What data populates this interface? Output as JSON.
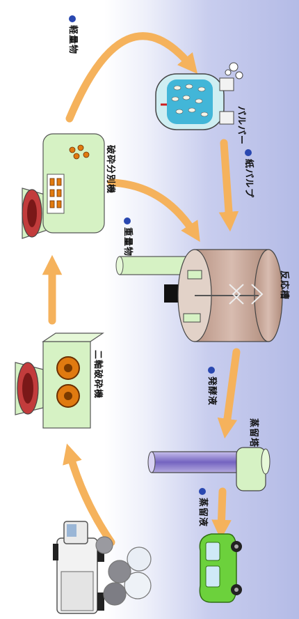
{
  "labels": {
    "light_matter": "軽量物",
    "pulper": "パルパー",
    "crusher_separator": "破砕分別機",
    "paper_pulp": "紙パルプ",
    "heavy_matter": "重量物",
    "reactor": "反応槽",
    "secondary_crusher": "二軸破砕機",
    "fermentation_liquid": "発酵液",
    "distillation_tower": "蒸留塔",
    "distillate": "蒸留液"
  },
  "colors": {
    "arrow": "#f5b25c",
    "equipment": "#d6f2c4",
    "reactor_tank": "#c9a89a",
    "distill_column": "#8878c8",
    "car": "#6cd13c",
    "bullet": "#2a48b0"
  }
}
